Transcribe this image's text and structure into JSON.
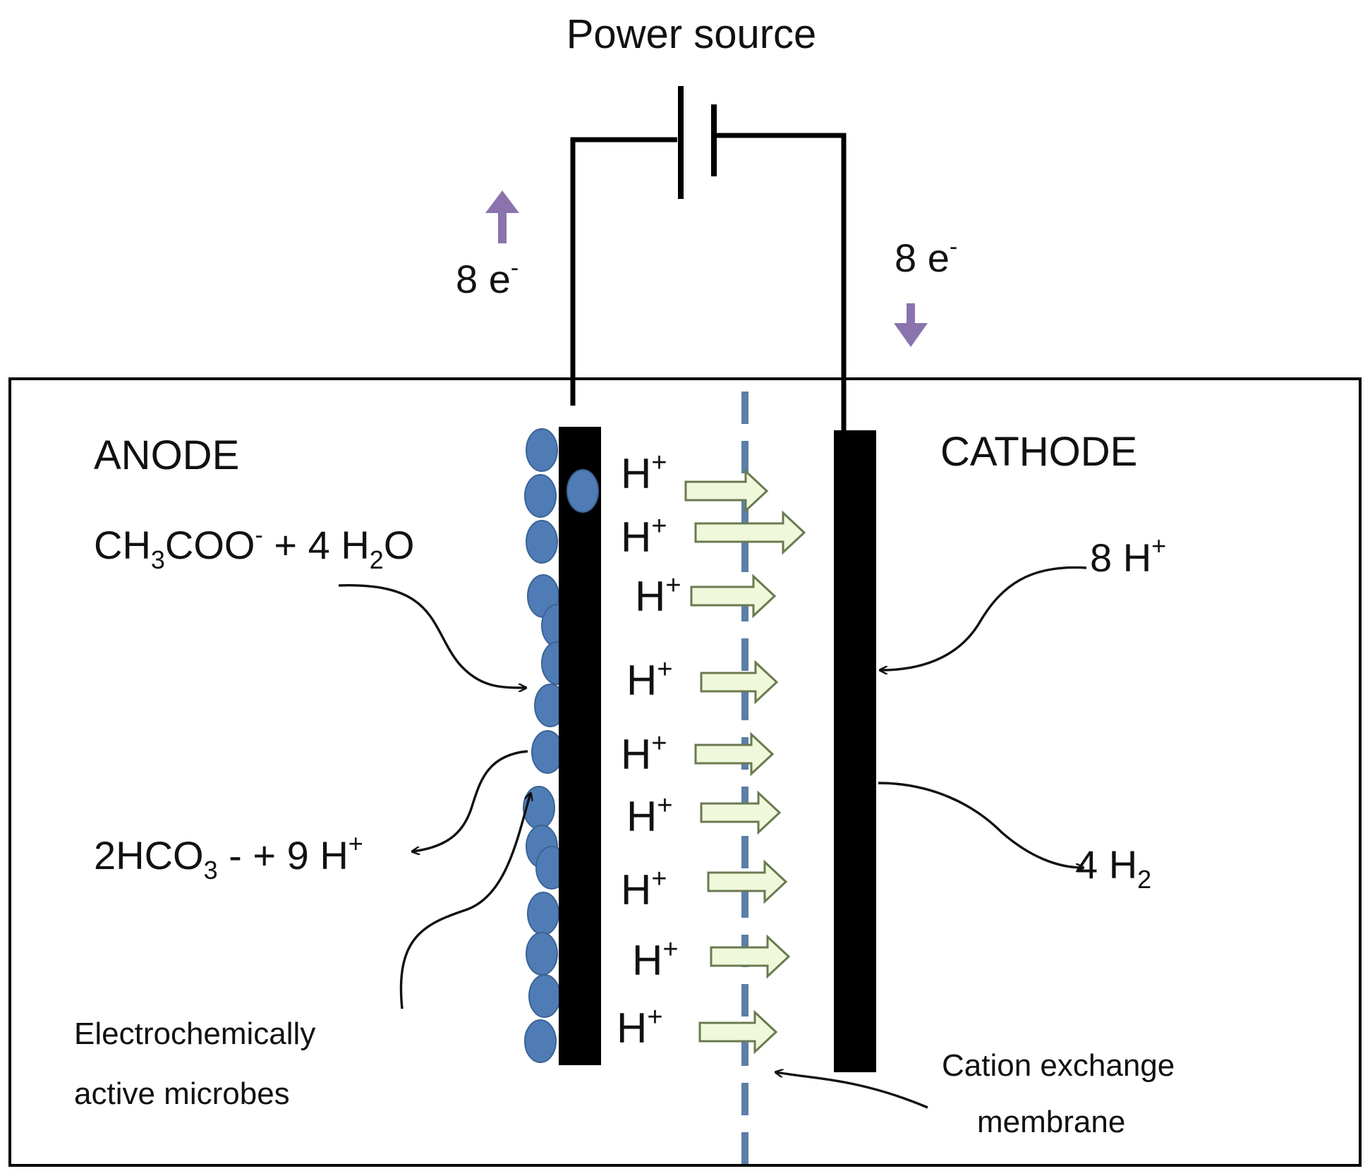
{
  "power_source": "Power source",
  "anode_label": "ANODE",
  "cathode_label": "CATHODE",
  "electron_left": {
    "num": "8 e",
    "sup": "-"
  },
  "electron_right": {
    "num": "8 e",
    "sup": "-"
  },
  "anode_reactant": {
    "a": "CH",
    "a_sub": "3",
    "b": "COO",
    "b_sup": "-",
    "c": " + 4 H",
    "c_sub": "2",
    "d": "O"
  },
  "anode_product": {
    "a": "2HCO",
    "a_sub": "3",
    "b": " - ",
    "c": " + 9 H",
    "c_sup": "+"
  },
  "cathode_reactant": {
    "a": "8 H",
    "a_sup": "+"
  },
  "cathode_product": {
    "a": "4 H",
    "a_sub": "2"
  },
  "proton": {
    "base": "H",
    "sup": "+"
  },
  "microbes_label": [
    "Electrochemically",
    "active microbes"
  ],
  "membrane_label": [
    "Cation exchange",
    "membrane"
  ],
  "colors": {
    "microbe": "#4f7cb5",
    "microbe_edge": "#3b6396",
    "electron_arrow": "#8b73ad",
    "proton_arrow_fill": "#f0f8dc",
    "proton_arrow_stroke": "#6a7a50",
    "membrane": "#5b7fa6",
    "electrode": "#000000"
  }
}
